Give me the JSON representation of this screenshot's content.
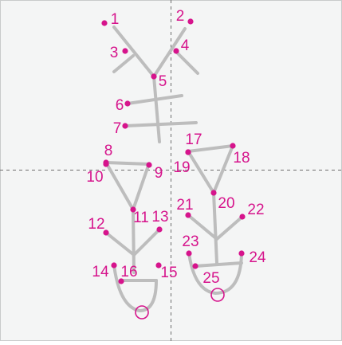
{
  "colors": {
    "background": "#F4F5F5",
    "border": "#C9CBCB",
    "guide": "#6E6E6E",
    "stroke": "#BDBDBD",
    "accent": "#D6148C"
  },
  "points": [
    {
      "label": "1"
    },
    {
      "label": "2"
    },
    {
      "label": "3"
    },
    {
      "label": "4"
    },
    {
      "label": "5"
    },
    {
      "label": "6"
    },
    {
      "label": "7"
    },
    {
      "label": "8"
    },
    {
      "label": "9"
    },
    {
      "label": "10"
    },
    {
      "label": "11"
    },
    {
      "label": "12"
    },
    {
      "label": "13"
    },
    {
      "label": "14"
    },
    {
      "label": "15"
    },
    {
      "label": "16"
    },
    {
      "label": "17"
    },
    {
      "label": "18"
    },
    {
      "label": "19"
    },
    {
      "label": "20"
    },
    {
      "label": "21"
    },
    {
      "label": "22"
    },
    {
      "label": "23"
    },
    {
      "label": "24"
    },
    {
      "label": "25"
    }
  ],
  "end_markers": [
    {
      "name": "end-marker-left"
    },
    {
      "name": "end-marker-right"
    }
  ]
}
